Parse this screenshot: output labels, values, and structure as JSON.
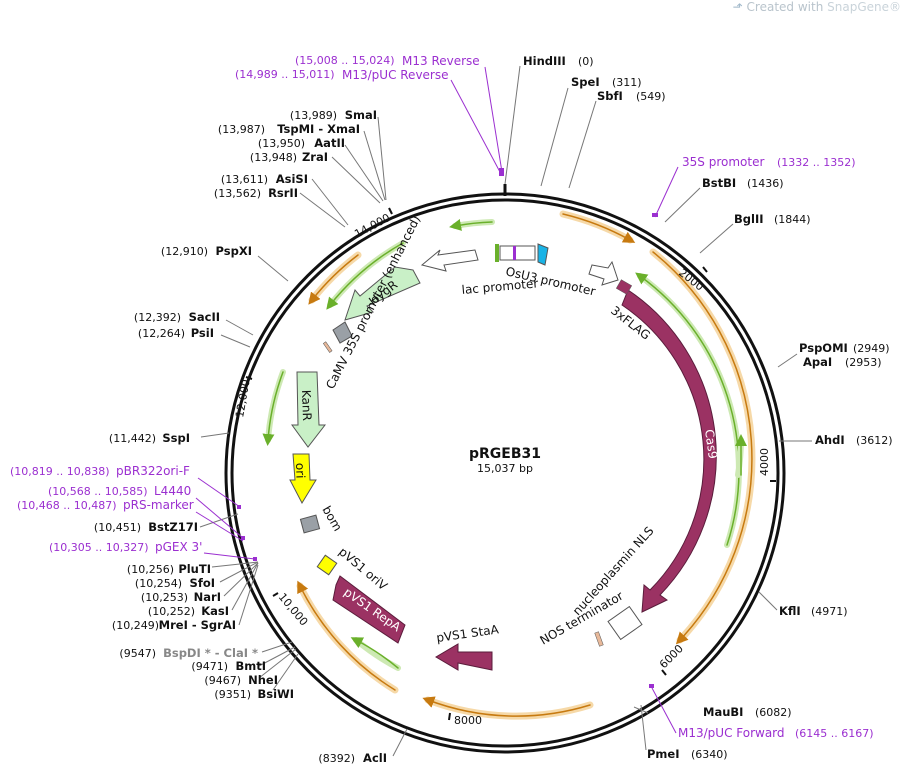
{
  "watermark": {
    "prefix": "Created with",
    "brand": "SnapGene®"
  },
  "plasmid": {
    "name": "pRGEB31",
    "length_text": "15,037 bp"
  },
  "ticks": [
    "2000",
    "4000",
    "6000",
    "8000",
    "10,000",
    "12,000",
    "14,000"
  ],
  "primers": [
    {
      "range": "(15,008 .. 15,024)",
      "name": "M13 Reverse"
    },
    {
      "range": "(14,989 .. 15,011)",
      "name": "M13/pUC Reverse"
    },
    {
      "range": "(1332 .. 1352)",
      "name": "35S promoter"
    },
    {
      "range": "(6145 .. 6167)",
      "name": "M13/pUC Forward"
    },
    {
      "range": "(10,819 .. 10,838)",
      "name": "pBR322ori-F"
    },
    {
      "range": "(10,568 .. 10,585)",
      "name": "L4440"
    },
    {
      "range": "(10,468 .. 10,487)",
      "name": "pRS-marker"
    },
    {
      "range": "(10,305 .. 10,327)",
      "name": "pGEX 3'"
    }
  ],
  "sites": [
    {
      "name": "HindIII",
      "pos": "(0)"
    },
    {
      "name": "SpeI",
      "pos": "(311)"
    },
    {
      "name": "SbfI",
      "pos": "(549)"
    },
    {
      "name": "BstBI",
      "pos": "(1436)"
    },
    {
      "name": "BglII",
      "pos": "(1844)"
    },
    {
      "name": "PspOMI",
      "pos": "(2949)"
    },
    {
      "name": "ApaI",
      "pos": "(2953)"
    },
    {
      "name": "AhdI",
      "pos": "(3612)"
    },
    {
      "name": "KflI",
      "pos": "(4971)"
    },
    {
      "name": "MauBI",
      "pos": "(6082)"
    },
    {
      "name": "PmeI",
      "pos": "(6340)"
    },
    {
      "name": "AclI",
      "pos": "(8392)"
    },
    {
      "name": "BsiWI",
      "pos": "(9351)"
    },
    {
      "name": "NheI",
      "pos": "(9467)"
    },
    {
      "name": "BmtI",
      "pos": "(9471)"
    },
    {
      "name": "BspDI * - ClaI *",
      "pos": "(9547)"
    },
    {
      "name": "MreI - SgrAI",
      "pos": "(10,249)"
    },
    {
      "name": "KasI",
      "pos": "(10,252)"
    },
    {
      "name": "NarI",
      "pos": "(10,253)"
    },
    {
      "name": "SfoI",
      "pos": "(10,254)"
    },
    {
      "name": "PluTI",
      "pos": "(10,256)"
    },
    {
      "name": "BstZ17I",
      "pos": "(10,451)"
    },
    {
      "name": "SspI",
      "pos": "(11,442)"
    },
    {
      "name": "PsiI",
      "pos": "(12,264)"
    },
    {
      "name": "SacII",
      "pos": "(12,392)"
    },
    {
      "name": "PspXI",
      "pos": "(12,910)"
    },
    {
      "name": "RsrII",
      "pos": "(13,562)"
    },
    {
      "name": "AsiSI",
      "pos": "(13,611)"
    },
    {
      "name": "ZraI",
      "pos": "(13,948)"
    },
    {
      "name": "AatII",
      "pos": "(13,950)"
    },
    {
      "name": "TspMI - XmaI",
      "pos": "(13,987)"
    },
    {
      "name": "SmaI",
      "pos": "(13,989)"
    }
  ],
  "features": {
    "osu3": "OsU3 promoter",
    "lac": "lac promoter",
    "flag": "3xFLAG",
    "cas9": "Cas9",
    "nls": "nucleoplasmin NLS",
    "nos": "NOS terminator",
    "stab": "pVS1 StaA",
    "repa": "pVS1 RepA",
    "oriv": "pVS1 oriV",
    "bom": "bom",
    "ori": "ori",
    "kanr": "KanR",
    "camv": "CaMV 35S promoter (enhanced)",
    "hygr": "HygR"
  }
}
